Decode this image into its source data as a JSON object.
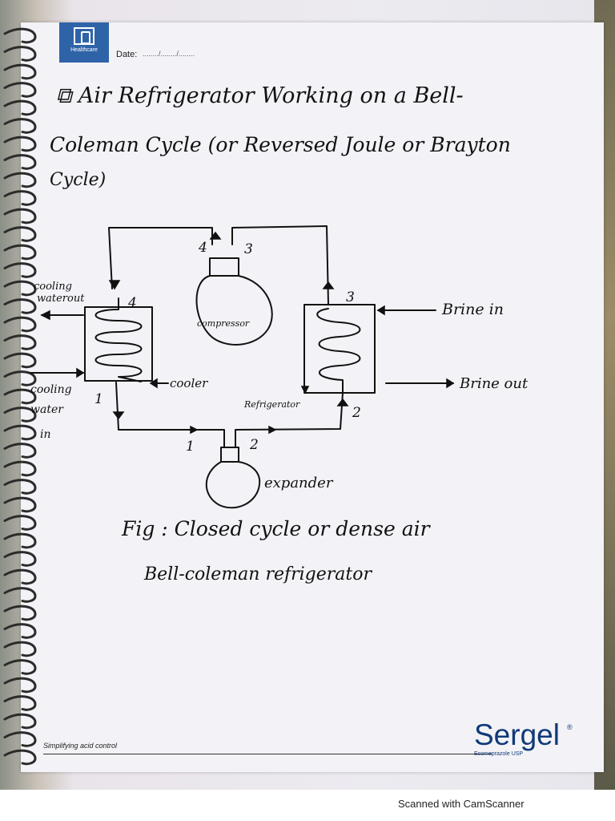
{
  "header": {
    "logo_text": "Healthcare",
    "date_label": "Date:",
    "date_value": "......../......../........"
  },
  "title": {
    "line1": "Air Refrigerator Working on a Bell-",
    "line2": "Coleman Cycle (or Reversed Joule or Brayton",
    "line3": "Cycle)"
  },
  "diagram": {
    "labels": {
      "cooling_water_out": [
        "cooling",
        "waterout"
      ],
      "cooling_water_in": [
        "cooling",
        "water",
        "in"
      ],
      "cooler": "cooler",
      "compressor": "compressor",
      "refrigerator": "Refrigerator",
      "expander": "expander",
      "brine_in": "Brine in",
      "brine_out": "Brine out"
    },
    "points": {
      "p1": "1",
      "p2": "2",
      "p3": "3",
      "p4": "4"
    }
  },
  "caption": {
    "line1": "Fig : Closed cycle or dense air",
    "line2": "Bell-coleman refrigerator"
  },
  "footer": {
    "tagline": "Simplifying acid control",
    "brand": "Sergel",
    "brand_mark": "®",
    "brand_sub": "Esomeprazole USP",
    "scanner": "Scanned with CamScanner"
  },
  "colors": {
    "ink": "#111111",
    "brand": "#0f3a78",
    "logo_bg": "#2f63a8",
    "paper": "#f3f2f6"
  }
}
